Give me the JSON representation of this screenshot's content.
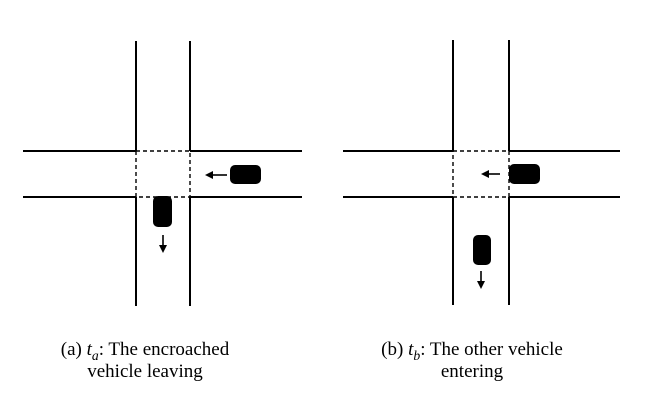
{
  "theme": {
    "background": "#ffffff",
    "ink": "#000000",
    "vehicle_fill": "#000000"
  },
  "icons": {
    "left_arrow": "←",
    "down_arrow": "↓"
  },
  "panels": [
    {
      "id": "a",
      "caption": {
        "index": "(a) ",
        "time_var": "t",
        "time_sub": "a",
        "rest": ": The encroached",
        "line2": "vehicle leaving"
      }
    },
    {
      "id": "b",
      "caption": {
        "index": "(b) ",
        "time_var": "t",
        "time_sub": "b",
        "rest": ": The other vehicle",
        "line2": "entering"
      }
    }
  ]
}
